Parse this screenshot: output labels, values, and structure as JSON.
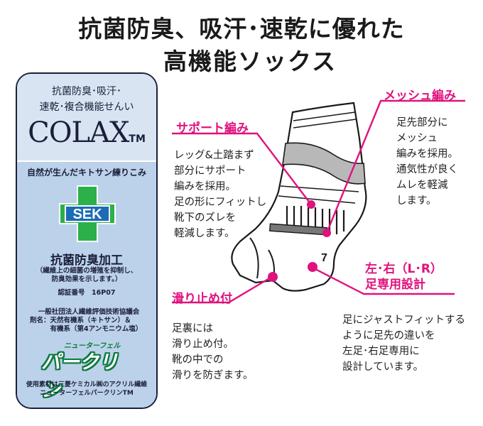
{
  "headline": {
    "line1": "抗菌防臭、吸汗･速乾に優れた",
    "line2": "高機能ソックス"
  },
  "card": {
    "line1": "抗菌防臭･吸汗･",
    "line2": "速乾･複合機能せんい",
    "brand": "COLAX",
    "brand_tm": "TM",
    "tag": "自然が生んだキトサン練りこみ",
    "sek": "SEK",
    "heading": "抗菌防臭加工",
    "sub1": "（繊維上の細菌の増殖を抑制し、",
    "sub2": "防臭効果を示します。）",
    "cert": "認証番号　16P07",
    "org1": "一般社団法人繊維評価技術協議会",
    "org2": "剤名：天然有機系（キトサン）＆",
    "org3": "　　　有機系（第4アンモニウム塩）",
    "logo_small": "ニューターフェル",
    "logo_main": "パークリン",
    "foot1": "使用素材は三菱ケミカル㈱のアクリル繊維",
    "foot2": "ニューターフェルパークリンTM"
  },
  "callouts": {
    "support": {
      "title": "サポート編み",
      "lines": [
        "レッグ&土踏まず",
        "部分にサポート",
        "編みを採用。",
        "足の形にフィットし",
        "靴下のズレを",
        "軽減します。"
      ]
    },
    "mesh": {
      "title": "メッシュ編み",
      "lines": [
        "足先部分に",
        "メッシュ",
        "編みを採用。",
        "通気性が良く",
        "ムレを軽減",
        "します。"
      ]
    },
    "slip": {
      "title": "滑り止め付",
      "lines": [
        "足裏には",
        "滑り止め付。",
        "靴の中での",
        "滑りを防ぎます。"
      ]
    },
    "lr": {
      "title1": "左･右（L･R）",
      "title2": "足専用設計",
      "lines": [
        "足にジャストフィットする",
        "ように足先の違いを",
        "左足･右足専用に",
        "設計しています。"
      ]
    }
  },
  "sock": {
    "mark": "7"
  },
  "colors": {
    "accent": "#e0127d",
    "navy": "#1b1f3a",
    "card_blue": "#bcd2ea",
    "sek_green": "#2bb04a",
    "sek_blue": "#1c6bb5"
  }
}
